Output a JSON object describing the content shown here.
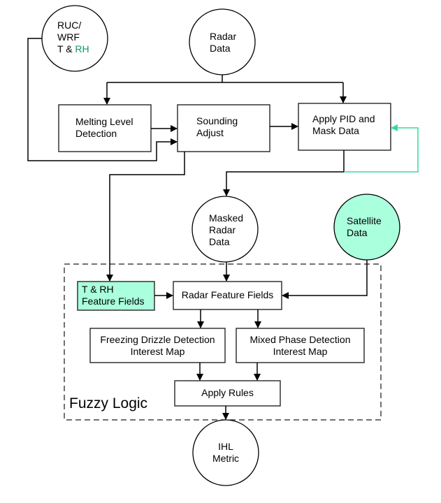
{
  "colors": {
    "line": "#000000",
    "box_border": "#333333",
    "feedback": "#33dd99",
    "highlight_fill": "#aaffdd",
    "rh_text": "#119966",
    "dash": "#444444"
  },
  "nodes": {
    "ruc_wrf": {
      "line1": "RUC/",
      "line2": "WRF",
      "line3_prefix": "T & ",
      "line3_highlight": "RH"
    },
    "radar_data": {
      "line1": "Radar",
      "line2": "Data"
    },
    "melting_level": {
      "line1": "Melting Level",
      "line2": "Detection"
    },
    "sounding_adjust": {
      "line1": "Sounding",
      "line2": "Adjust"
    },
    "apply_pid": {
      "line1": "Apply PID and",
      "line2": "Mask Data"
    },
    "masked_radar": {
      "line1": "Masked",
      "line2": "Radar",
      "line3": "Data"
    },
    "satellite": {
      "line1": "Satellite",
      "line2": "Data"
    },
    "trh_fields": {
      "line1": "T & RH",
      "line2": "Feature Fields"
    },
    "radar_fields": {
      "line1": "Radar Feature Fields"
    },
    "freezing_drizzle": {
      "line1": "Freezing Drizzle Detection",
      "line2": "Interest Map"
    },
    "mixed_phase": {
      "line1": "Mixed Phase Detection",
      "line2": "Interest Map"
    },
    "apply_rules": {
      "line1": "Apply Rules"
    },
    "ihl_metric": {
      "line1": "IHL",
      "line2": "Metric"
    }
  },
  "groups": {
    "fuzzy_logic": {
      "label": "Fuzzy Logic"
    }
  }
}
